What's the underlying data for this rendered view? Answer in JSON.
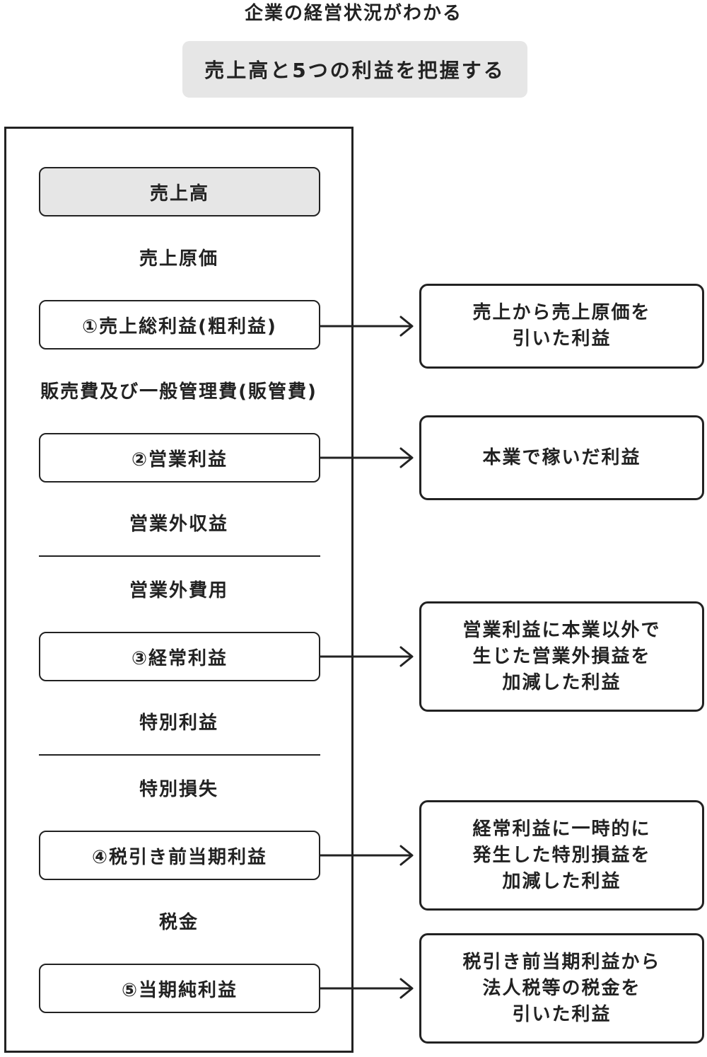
{
  "subtitle": "企業の経営状況がわかる",
  "title": "売上高と5つの利益を把握する",
  "statement": {
    "sales": "売上高",
    "cost_of_sales": "売上原価",
    "gross_profit": "①売上総利益(粗利益)",
    "sga": "販売費及び一般管理費(販管費)",
    "operating_profit": "②営業利益",
    "non_operating_income": "営業外収益",
    "non_operating_expenses": "営業外費用",
    "ordinary_profit": "③経常利益",
    "extraordinary_income": "特別利益",
    "extraordinary_loss": "特別損失",
    "pretax_profit": "④税引き前当期利益",
    "taxes": "税金",
    "net_profit": "⑤当期純利益"
  },
  "explanations": {
    "gross_profit": "売上から売上原価を\n引いた利益",
    "operating_profit": "本業で稼いだ利益",
    "ordinary_profit": "営業利益に本業以外で\n生じた営業外損益を\n加減した利益",
    "pretax_profit": "経常利益に一時的に\n発生した特別損益を\n加減した利益",
    "net_profit": "税引き前当期利益から\n法人税等の税金を\n引いた利益"
  }
}
